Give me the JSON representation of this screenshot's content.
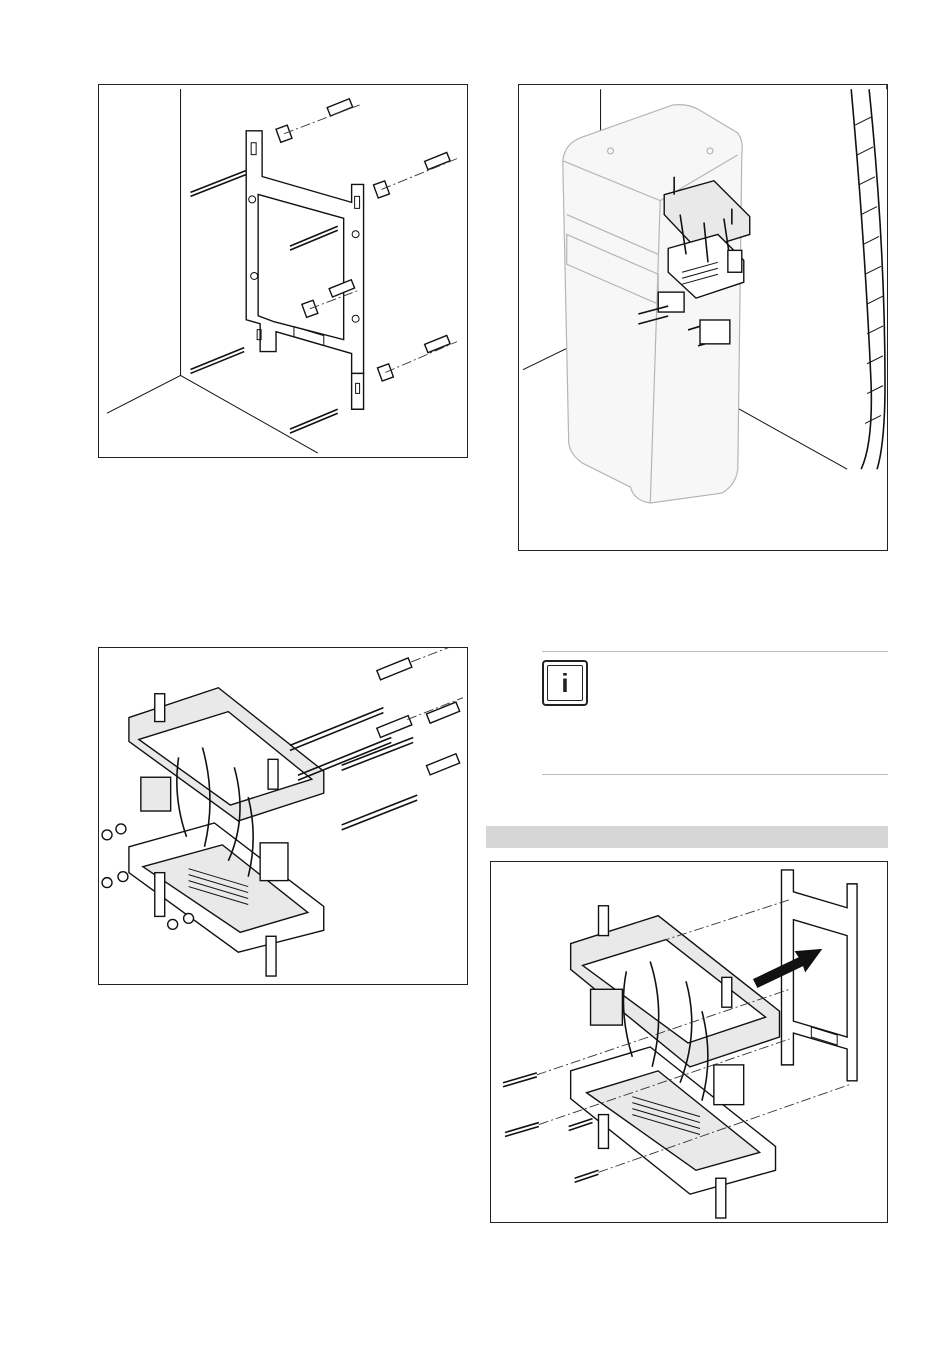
{
  "figures": [
    {
      "id": "wall-bracket",
      "icon": "mounting-bracket-drawing"
    },
    {
      "id": "unit-on-wall",
      "icon": "appliance-with-hydraulic-module-drawing"
    },
    {
      "id": "module-screws",
      "icon": "hydraulic-module-with-screws-drawing"
    },
    {
      "id": "module-assembly",
      "icon": "module-to-bracket-assembly-drawing"
    }
  ],
  "info": {
    "icon": "info-icon",
    "glyph": "i"
  },
  "section_bar": {
    "color": "#d6d6d6"
  }
}
